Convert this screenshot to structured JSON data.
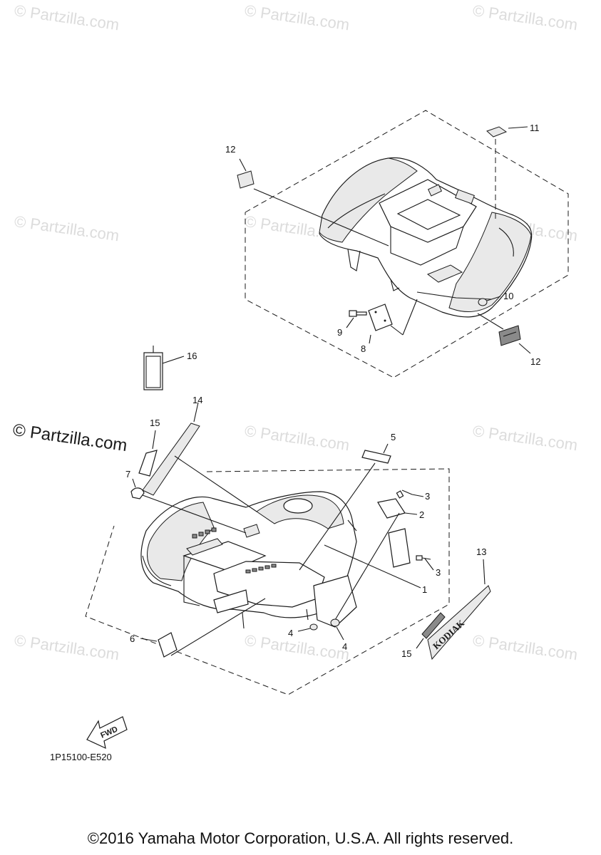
{
  "watermark": {
    "text": "© Partzilla.com"
  },
  "callouts": [
    {
      "id": "c1",
      "label": "1"
    },
    {
      "id": "c2",
      "label": "2"
    },
    {
      "id": "c3a",
      "label": "3"
    },
    {
      "id": "c3b",
      "label": "3"
    },
    {
      "id": "c4a",
      "label": "4"
    },
    {
      "id": "c4b",
      "label": "4"
    },
    {
      "id": "c5",
      "label": "5"
    },
    {
      "id": "c6",
      "label": "6"
    },
    {
      "id": "c7",
      "label": "7"
    },
    {
      "id": "c8",
      "label": "8"
    },
    {
      "id": "c9",
      "label": "9"
    },
    {
      "id": "c10",
      "label": "10"
    },
    {
      "id": "c11",
      "label": "11"
    },
    {
      "id": "c12a",
      "label": "12"
    },
    {
      "id": "c12b",
      "label": "12"
    },
    {
      "id": "c13",
      "label": "13"
    },
    {
      "id": "c14",
      "label": "14"
    },
    {
      "id": "c15a",
      "label": "15"
    },
    {
      "id": "c15b",
      "label": "15"
    },
    {
      "id": "c16",
      "label": "16"
    }
  ],
  "fwd_arrow": {
    "label": "FWD"
  },
  "emblem_text": "KODIAK",
  "diagram_code": "1P15100-E520",
  "copyright": "©2016 Yamaha Motor Corporation, U.S.A. All rights reserved."
}
